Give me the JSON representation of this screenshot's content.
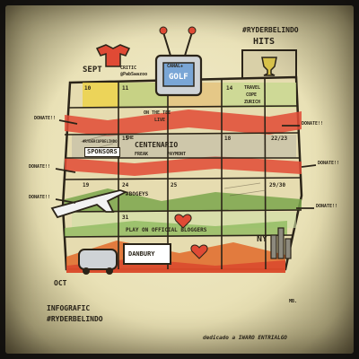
{
  "photo": {
    "sketch_texts": {
      "header_tag": "#RYDERBELINDO",
      "header_hits": "HITS",
      "month": "SEPT",
      "critic_line1": "CRITIC",
      "critic_line2": "@PabSwazoo",
      "golf_sign_top": "CANAL+",
      "golf_sign_main": "GOLF",
      "day_10": "10",
      "day_11": "11",
      "day_14": "14",
      "day_15": "15",
      "day_18": "18",
      "day_19": "19",
      "day_22_23": "22/23",
      "day_24": "24",
      "day_25": "25",
      "day_29_30": "29/30",
      "day_31": "31",
      "travel_line1": "TRAVEL",
      "travel_line2": "COPE",
      "travel_line3": "ZURICH",
      "tee_line1": "ON THE TEE",
      "tee_line2": "LIVE",
      "sponsors_tag": "#RYDERCUPBELINDO",
      "sponsors_box": "SPONSORS",
      "centenario_line1": "THE",
      "centenario_line2": "CENTENARIO",
      "centenario_line3": "FREAK",
      "centenario_line4": "PAYMONT",
      "bogeys_tag": "#BOGEYS",
      "play_line": "PLAY ON OFFICIAL BLOGGERS",
      "danbury": "DANBURY",
      "ny": "NY",
      "oct": "OCT",
      "donate_left_1": "DONATE!!",
      "donate_left_2": "DONATE!!",
      "donate_left_3": "DONATE!!",
      "donate_right_1": "DONATE!!",
      "donate_right_2": "DONATE!!",
      "donate_right_3": "DONATE!!",
      "infografic": "INFOGRAFIC",
      "footer_tag": "#RYDERBELINDO",
      "initials": "MB.",
      "dedication": "dedicado a IWARO ENTRIALGO"
    }
  }
}
